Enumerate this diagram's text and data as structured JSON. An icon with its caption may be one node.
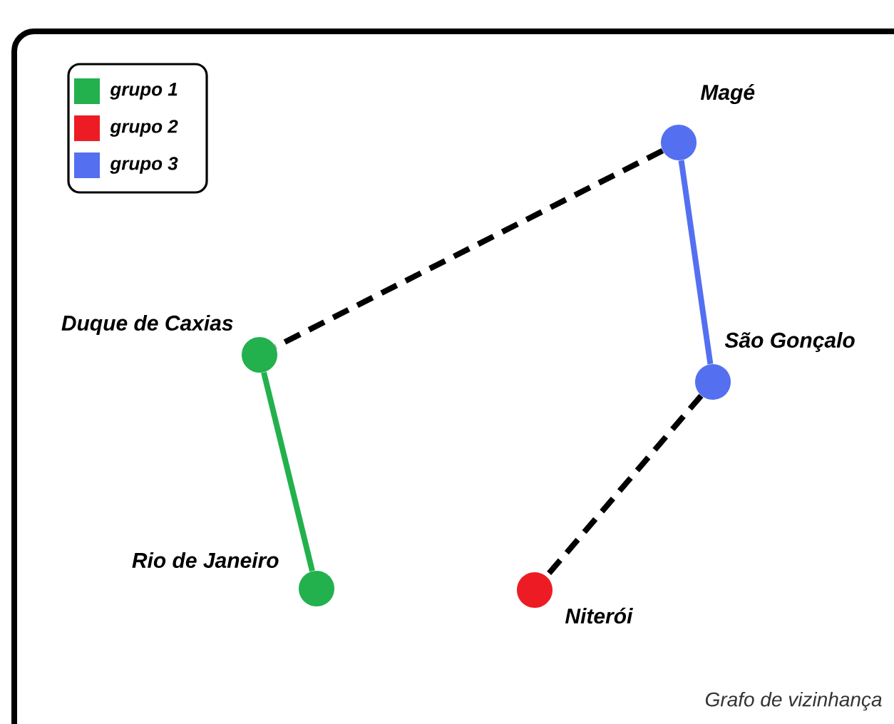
{
  "diagram": {
    "caption": "Grafo de vizinhança",
    "nodes": [
      {
        "text": [],
        "shape": "circle",
        "beside": [
          "Magé"
        ]
      },
      {
        "text": [],
        "shape": "circle",
        "beside": [
          "Duque de Caxias"
        ]
      },
      {
        "text": [],
        "shape": "circle",
        "beside": [
          "São Gonçalo"
        ]
      },
      {
        "text": [],
        "shape": "circle",
        "beside": [
          "Rio de Janeiro"
        ]
      },
      {
        "text": [],
        "shape": "circle",
        "beside": [
          "Niterói"
        ]
      }
    ],
    "edges": [
      {
        "from": 0,
        "to": 1,
        "arrow": "none",
        "style": "dashed"
      },
      {
        "from": 0,
        "to": 2,
        "arrow": "none",
        "color": "#5470f0"
      },
      {
        "from": 1,
        "to": 3,
        "arrow": "none",
        "color": "#22b14c"
      },
      {
        "from": 2,
        "to": 4,
        "arrow": "none",
        "style": "dashed"
      }
    ],
    "legend": [
      {
        "text": "grupo 1",
        "color": "#22b14c"
      },
      {
        "text": "grupo 2",
        "color": "#ed1c24"
      },
      {
        "text": "grupo 3",
        "color": "#5470f0"
      }
    ]
  }
}
